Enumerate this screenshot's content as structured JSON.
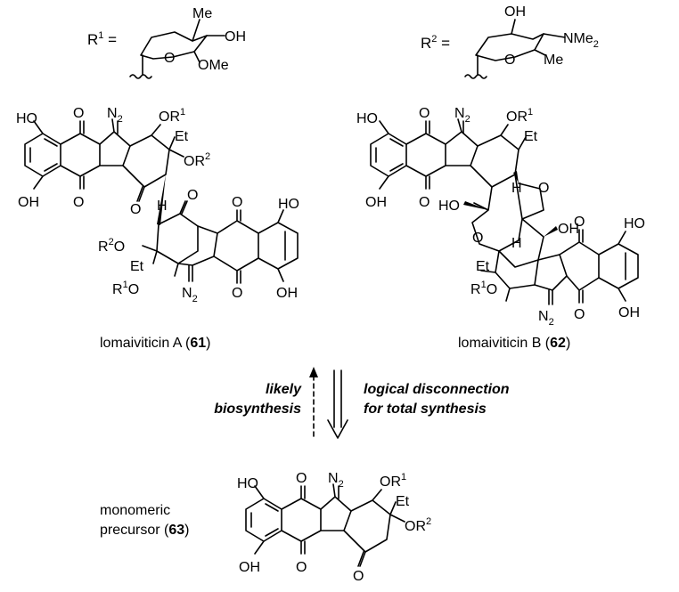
{
  "substituents": {
    "r1": {
      "label": "R",
      "sup": "1",
      "eq": " =",
      "groups": [
        "Me",
        "OH",
        "OMe"
      ]
    },
    "r2": {
      "label": "R",
      "sup": "2",
      "eq": " =",
      "groups": [
        "OH",
        "NMe",
        "2",
        "Me"
      ]
    }
  },
  "compounds": {
    "a": {
      "name": "lomaiviticin A (",
      "num": "61",
      "close": ")"
    },
    "b": {
      "name": "lomaiviticin B (",
      "num": "62",
      "close": ")"
    },
    "c": {
      "name_line1": "monomeric",
      "name_line2": "precursor (",
      "num": "63",
      "close": ")"
    }
  },
  "atom_labels": {
    "ho": "HO",
    "oh": "OH",
    "o": "O",
    "n2": "N",
    "n2_sub": "2",
    "et": "Et",
    "h": "H",
    "or": "OR",
    "r": "R",
    "o_suffix": "O",
    "one": "1",
    "two": "2"
  },
  "arrows": {
    "left": {
      "line1": "likely",
      "line2": "biosynthesis"
    },
    "right": {
      "line1": "logical disconnection",
      "line2": "for total synthesis"
    }
  }
}
